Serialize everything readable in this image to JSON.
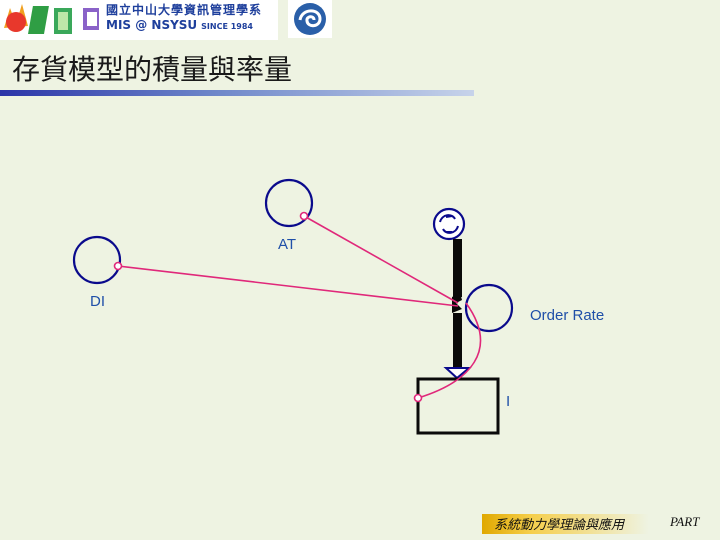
{
  "header": {
    "banner_line1": "國立中山大學資訊管理學系",
    "banner_line2": "MIS @ NSYSU",
    "banner_since": "SINCE 1984"
  },
  "page_title": "存貨模型的積量與率量",
  "diagram": {
    "labels": {
      "at": "AT",
      "di": "DI",
      "order_rate": "Order Rate",
      "stock": "I"
    }
  },
  "footer": {
    "text": "系統動力學理論與應用",
    "part": "PART"
  },
  "colors": {
    "background": "#eef3e2",
    "link": "#e0287a",
    "label": "#1f4fa8",
    "stroke": "#0a0a8c",
    "footer_accent": "#f5ce4a"
  },
  "icons": [
    "sun-logo-icon",
    "nsysu-swirl-logo-icon",
    "cloud-source-icon",
    "valve-icon"
  ]
}
